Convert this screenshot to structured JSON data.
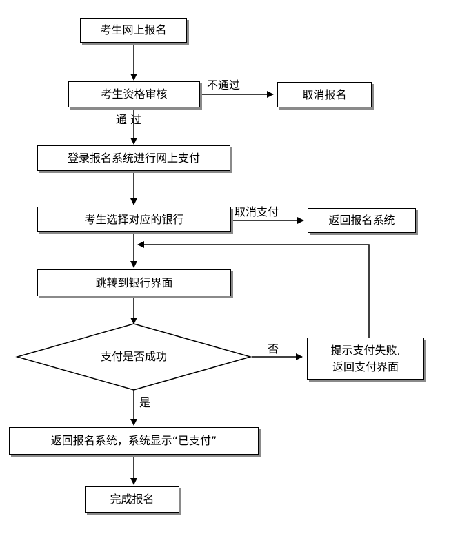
{
  "nodes": {
    "online_register": "考生网上报名",
    "qualification_review": "考生资格审核",
    "cancel_registration": "取消报名",
    "login_pay": "登录报名系统进行网上支付",
    "choose_bank": "考生选择对应的银行",
    "return_system": "返回报名系统",
    "jump_bank": "跳转到银行界面",
    "pay_success_decision": "支付是否成功",
    "pay_fail_line1": "提示支付失败,",
    "pay_fail_line2": "返回支付界面",
    "return_paid": "返回报名系统，系统显示“已支付”",
    "complete": "完成报名"
  },
  "edge_labels": {
    "not_pass": "不通过",
    "pass": "通 过",
    "cancel_payment": "取消支付",
    "no": "否",
    "yes": "是"
  }
}
